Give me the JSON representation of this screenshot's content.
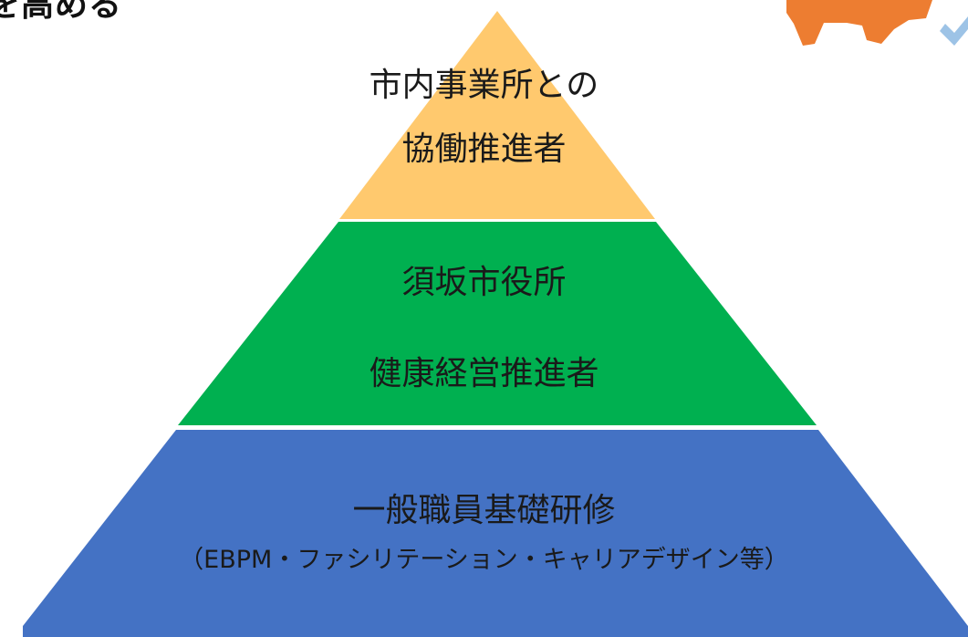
{
  "heading": "を高める",
  "pyramid": {
    "top": {
      "line1": "市内事業所との",
      "line2": "協働推進者",
      "color": "#FFC96E"
    },
    "middle": {
      "line1": "須坂市役所",
      "line2": "健康経営推進者",
      "color": "#00B050"
    },
    "bottom": {
      "line1": "一般職員基礎研修",
      "line2": "（EBPM・ファシリテーション・キャリアデザイン等）",
      "color": "#4472C4"
    }
  },
  "decorations": {
    "gear_color": "#ED7D31",
    "check_color": "#9DC3E6"
  }
}
